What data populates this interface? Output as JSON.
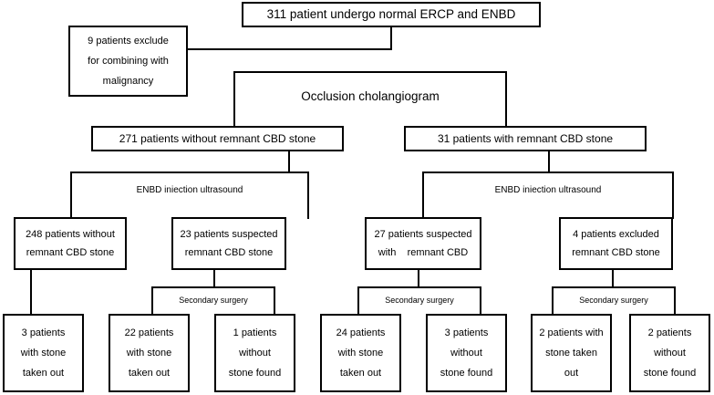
{
  "diagram": {
    "title": "Patient flow: ERCP and ENBD with occlusion cholangiogram",
    "colors": {
      "background": "#ffffff",
      "stroke": "#000000",
      "text": "#000000"
    },
    "nodes": {
      "root": {
        "id": "root",
        "label": "311 patient undergo normal ERCP and ENBD"
      },
      "excluded": {
        "id": "excluded",
        "lines": [
          "9 patients exclude",
          "for combining with",
          "malignancy"
        ]
      },
      "occlusion": {
        "id": "occlusion",
        "label": "Occlusion cholangiogram"
      },
      "without_cbd": {
        "id": "without-cbd",
        "label": "271 patients without remnant CBD stone"
      },
      "with_cbd": {
        "id": "with-cbd",
        "label": "31 patients with remnant CBD stone"
      },
      "enbd_left": {
        "id": "enbd-left",
        "label": "ENBD iniection ultrasound"
      },
      "enbd_right": {
        "id": "enbd-right",
        "label": "ENBD iniection ultrasound"
      },
      "n248": {
        "id": "n248",
        "lines": [
          "248 patients without",
          "remnant CBD stone"
        ]
      },
      "n23": {
        "id": "n23",
        "lines": [
          "23 patients suspected",
          "remnant CBD stone"
        ]
      },
      "n27": {
        "id": "n27",
        "lines": [
          "27 patients suspected",
          "with    remnant CBD"
        ]
      },
      "n4": {
        "id": "n4",
        "lines": [
          "4 patients excluded",
          "remnant CBD stone"
        ]
      },
      "surgery1": {
        "id": "secondary-surgery-1",
        "label": "Secondary surgery"
      },
      "surgery2": {
        "id": "secondary-surgery-2",
        "label": "Secondary surgery"
      },
      "surgery3": {
        "id": "secondary-surgery-3",
        "label": "Secondary surgery"
      },
      "o3": {
        "id": "outcome-3",
        "lines": [
          "3 patients",
          "with stone",
          "taken out"
        ]
      },
      "o22": {
        "id": "outcome-22",
        "lines": [
          "22 patients",
          "with stone",
          "taken out"
        ]
      },
      "o1": {
        "id": "outcome-1",
        "lines": [
          "1 patients",
          "without",
          "stone found"
        ]
      },
      "o24": {
        "id": "outcome-24",
        "lines": [
          "24 patients",
          "with stone",
          "taken out"
        ]
      },
      "o3b": {
        "id": "outcome-3b",
        "lines": [
          "3 patients",
          "without",
          "stone found"
        ]
      },
      "o2": {
        "id": "outcome-2",
        "lines": [
          "2 patients with",
          "stone taken",
          "out"
        ]
      },
      "o2b": {
        "id": "outcome-2b",
        "lines": [
          "2 patients",
          "without",
          "stone found"
        ]
      }
    }
  }
}
